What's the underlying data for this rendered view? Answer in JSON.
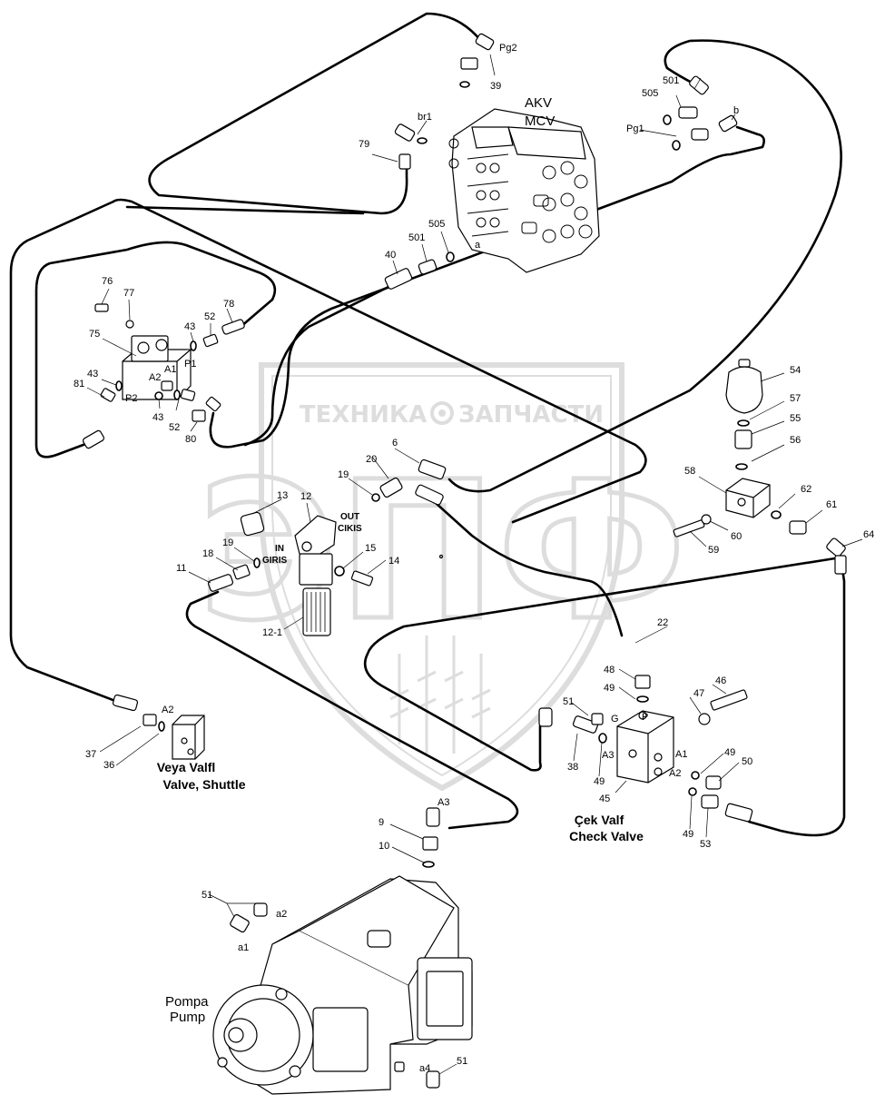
{
  "watermark": {
    "text_left": "ТЕХНИКА",
    "text_right": "ЗАПЧАСТИ",
    "letters": "ЭПФ"
  },
  "titles": {
    "valve_line1": "AKV",
    "valve_line2": "MCV",
    "shuttle_line1": "Veya Valfl",
    "shuttle_line2": "Valve, Shuttle",
    "check_line1": "Çek Valf",
    "check_line2": "Check Valve",
    "pump_line1": "Pompa",
    "pump_line2": "Pump"
  },
  "ports": {
    "pg2": "Pg2",
    "pg1": "Pg1",
    "br1": "br1",
    "b": "b",
    "a": "a",
    "p1": "P1",
    "p2": "P2",
    "a1": "A1",
    "a2": "A2",
    "out": "OUT",
    "cikis": "CIKIS",
    "in": "IN",
    "giris": "GIRIS",
    "a2_shuttle": "A2",
    "a3_pump": "A3",
    "g_check": "G",
    "p_check": "P",
    "a3_check": "A3",
    "a1_check": "A1",
    "a2_check": "A2",
    "a1_pump": "a1",
    "a2_pump": "a2",
    "a4_pump": "a4"
  },
  "callouts": {
    "c39": "39",
    "c505a": "505",
    "c501a": "501",
    "c79": "79",
    "c40": "40",
    "c501b": "501",
    "c505b": "505",
    "c76": "76",
    "c77": "77",
    "c78": "78",
    "c75": "75",
    "c43a": "43",
    "c52a": "52",
    "c43b": "43",
    "c81": "81",
    "c43c": "43",
    "c52b": "52",
    "c80": "80",
    "c6": "6",
    "c20": "20",
    "c19a": "19",
    "c13": "13",
    "c12": "12",
    "c19b": "19",
    "c18": "18",
    "c11": "11",
    "c15": "15",
    "c14": "14",
    "c121": "12-1",
    "c54": "54",
    "c57": "57",
    "c55": "55",
    "c56": "56",
    "c58": "58",
    "c62": "62",
    "c61": "61",
    "c64": "64",
    "c59": "59",
    "c60": "60",
    "c22": "22",
    "c48": "48",
    "c49a": "49",
    "c46": "46",
    "c47": "47",
    "c51a": "51",
    "c38": "38",
    "c49b": "49",
    "c49c": "49",
    "c50": "50",
    "c45": "45",
    "c49d": "49",
    "c53": "53",
    "c37": "37",
    "c36": "36",
    "c9": "9",
    "c10": "10",
    "c51b": "51",
    "c51c": "51"
  }
}
